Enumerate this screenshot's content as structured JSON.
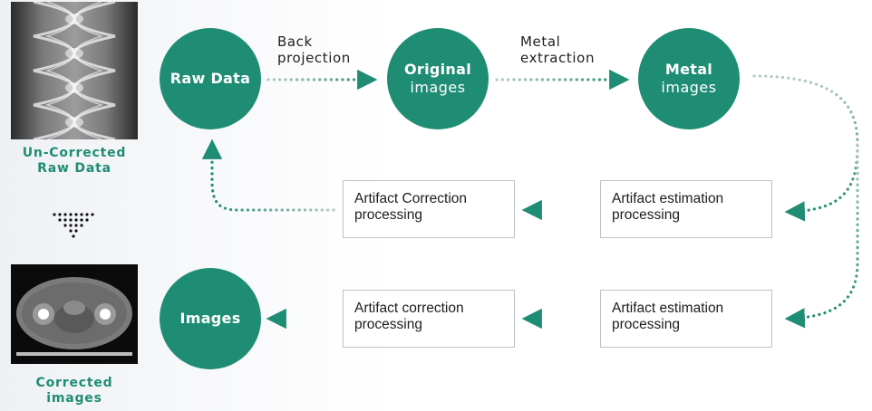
{
  "colors": {
    "accent": "#1e8d73",
    "box_border": "#b9c4cc",
    "dot_light": "#b7c9c4"
  },
  "nodes": {
    "raw_data": {
      "line1": "Raw Data",
      "line2": ""
    },
    "original_images": {
      "line1": "Original",
      "line2": "images"
    },
    "metal_images": {
      "line1": "Metal",
      "line2": "images"
    },
    "images": {
      "line1": "Images",
      "line2": ""
    }
  },
  "step_labels": {
    "back_projection": {
      "line1": "Back",
      "line2": "projection"
    },
    "metal_extraction": {
      "line1": "Metal",
      "line2": "extraction"
    }
  },
  "process_boxes": {
    "correction_top": {
      "line1": "Artifact Correction",
      "line2": "processing"
    },
    "estimation_top": {
      "line1": "Artifact estimation",
      "line2": "processing"
    },
    "correction_bottom": {
      "line1": "Artifact correction",
      "line2": "processing"
    },
    "estimation_bottom": {
      "line1": "Artifact estimation",
      "line2": "processing"
    }
  },
  "side_panel": {
    "uncorrected_caption": {
      "line1": "Un-Corrected",
      "line2": "Raw Data"
    },
    "corrected_caption": {
      "line1": "Corrected",
      "line2": "images"
    },
    "sinogram_image": "sinogram-thumbnail",
    "ct_image": "ct-slice-thumbnail",
    "down_arrow_icon": "dotted-down-triangle-icon"
  }
}
